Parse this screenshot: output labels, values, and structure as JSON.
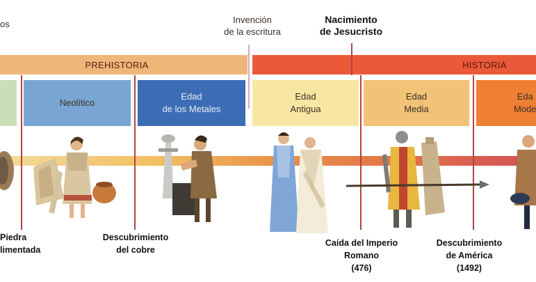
{
  "top": {
    "left_fragment": "os",
    "invention_writing": "Invención\nde la escritura",
    "birth_christ": "Nacimiento\nde Jesucristo"
  },
  "bands": {
    "prehistory": "PREHISTORIA",
    "history": "HISTORIA"
  },
  "periods": [
    {
      "id": "neolithic",
      "label": "Neolítico"
    },
    {
      "id": "metals",
      "label": "Edad\nde los Metales"
    },
    {
      "id": "ancient",
      "label": "Edad\nAntigua"
    },
    {
      "id": "medieval",
      "label": "Edad\nMedia"
    },
    {
      "id": "modern",
      "label": "Eda\nMode"
    }
  ],
  "events": [
    {
      "id": "polished-stone",
      "label": "Piedra\nlimentada"
    },
    {
      "id": "copper",
      "label": "Descubrimiento\ndel cobre"
    },
    {
      "id": "rome-fall",
      "label": "Caída del Imperio\nRomano\n(476)"
    },
    {
      "id": "america",
      "label": "Descubrimiento\nde América\n(1492)"
    }
  ],
  "colors": {
    "prehistory_band": "#eeb679",
    "history_band": "#ea5a3a",
    "paleolithic": "#c9dfb8",
    "neolithic": "#79a5d3",
    "metals": "#3c6db4",
    "ancient": "#f7e7a3",
    "medieval": "#f2c277",
    "modern": "#ee7f33",
    "divider": "#b54243"
  }
}
